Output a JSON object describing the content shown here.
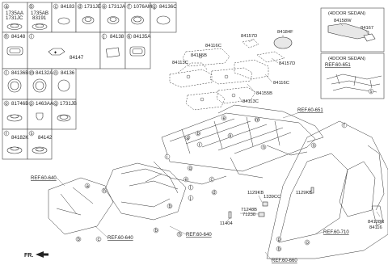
{
  "grid": {
    "cells": [
      {
        "letter": "a",
        "parts": [
          "",
          ""
        ]
      },
      {
        "letter": "b",
        "parts": [
          "",
          ""
        ]
      },
      {
        "letter": "c",
        "parts": [
          "84183"
        ]
      },
      {
        "letter": "d",
        "parts": [
          "1731JE"
        ]
      },
      {
        "letter": "e",
        "parts": [
          "1731JA"
        ]
      },
      {
        "letter": "f",
        "parts": [
          "1076AM"
        ]
      },
      {
        "letter": "g",
        "parts": [
          "84136C"
        ]
      },
      {
        "letter": "h",
        "parts": [
          "84148"
        ]
      },
      {
        "letter": "i",
        "parts": [
          "84147"
        ]
      },
      {
        "letter": "j",
        "parts": [
          "84138"
        ]
      },
      {
        "letter": "k",
        "parts": [
          "84135A"
        ]
      },
      {
        "letter": "l",
        "parts": [
          "84136B"
        ]
      },
      {
        "letter": "m",
        "parts": [
          "84132A"
        ]
      },
      {
        "letter": "n",
        "parts": [
          "84136"
        ]
      },
      {
        "letter": "o",
        "parts": [
          "81746B"
        ]
      },
      {
        "letter": "p",
        "parts": [
          "1463AA"
        ]
      },
      {
        "letter": "q",
        "parts": [
          "1731JB"
        ]
      },
      {
        "letter": "r",
        "parts": [
          "84182K"
        ]
      },
      {
        "letter": "s",
        "parts": [
          "84142"
        ]
      }
    ],
    "cell_a_lines": [
      "1735AA",
      "1731JC"
    ],
    "cell_b_lines": [
      "1735AB",
      "83191"
    ]
  },
  "sedan_boxes": {
    "top": {
      "title": "(4DOOR SEDAN)",
      "parts": [
        "84158W",
        "84167"
      ]
    },
    "bottom": {
      "title": "(4DOOR SEDAN)",
      "ref": "REF.60-651"
    }
  },
  "pad_labels": [
    "84157D",
    "84184F",
    "84116C",
    "84155B",
    "84113C",
    "84157D",
    "84116C",
    "84155B",
    "84113C"
  ],
  "main_labels": {
    "ref_651": "REF.60-651",
    "ref_640a": "REF.60-640",
    "ref_640b": "REF.60-640",
    "ref_640c": "REF.60-640",
    "ref_710": "REF.60-710",
    "ref_660": "REF.60-660",
    "p1129a": "1129KB",
    "p1339": "1339CC",
    "p71248": "71248B",
    "p71238": "71238",
    "p11404": "11404",
    "p1129b": "1129KB",
    "p84128": "84128R",
    "p84116": "84116"
  },
  "callouts": [
    "a",
    "b",
    "b",
    "b",
    "b",
    "b",
    "c",
    "c",
    "d",
    "e",
    "e",
    "f",
    "g",
    "h",
    "h",
    "i",
    "j",
    "k",
    "l",
    "m",
    "n",
    "n",
    "o",
    "p",
    "q",
    "r",
    "s"
  ],
  "fr_label": "FR."
}
